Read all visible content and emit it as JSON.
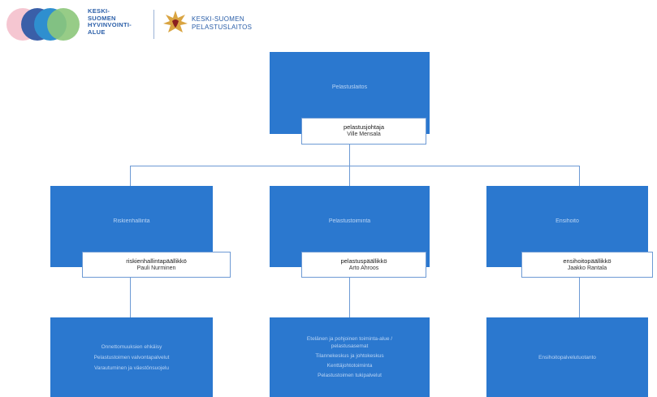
{
  "header": {
    "org1_lines": [
      "KESKI-",
      "SUOMEN",
      "HYVINVOINTI-",
      "ALUE"
    ],
    "org2_lines": [
      "KESKI-SUOMEN",
      "PELASTUSLAITOS"
    ],
    "logo_colors": [
      "#f2b8c6",
      "#3a5fa8",
      "#2f8fcf",
      "#8cc77a"
    ]
  },
  "top": {
    "unit": "Pelastuslaitos",
    "role": "pelastusjohtaja",
    "person": "Ville Mensala"
  },
  "units": [
    {
      "unit": "Riskienhallinta",
      "role": "riskienhallintapäällikkö",
      "person": "Pauli Nurminen",
      "sub_items": [
        "Onnettomuuksien ehkäisy",
        "Pelastustoimen valvontapalvelut",
        "Varautuminen ja väestönsuojelu"
      ]
    },
    {
      "unit": "Pelastustoiminta",
      "role": "pelastuspäällikkö",
      "person": "Arto Ahroos",
      "sub_items": [
        "Etelänen ja pohjoinen toiminta-alue / pelastusasemat",
        "Tilannekeskus ja johtokeskus",
        "Kenttäjohtotoiminta",
        "Pelastustoimen tukipalvelut"
      ]
    },
    {
      "unit": "Ensihoito",
      "role": "ensihoitopäällikkö",
      "person": "Jaakko Rantala",
      "sub_items": [
        "Ensihoitopalvelutuotanto"
      ]
    }
  ],
  "colors": {
    "box": "#2b78cf",
    "connector": "#6d9ad4"
  }
}
